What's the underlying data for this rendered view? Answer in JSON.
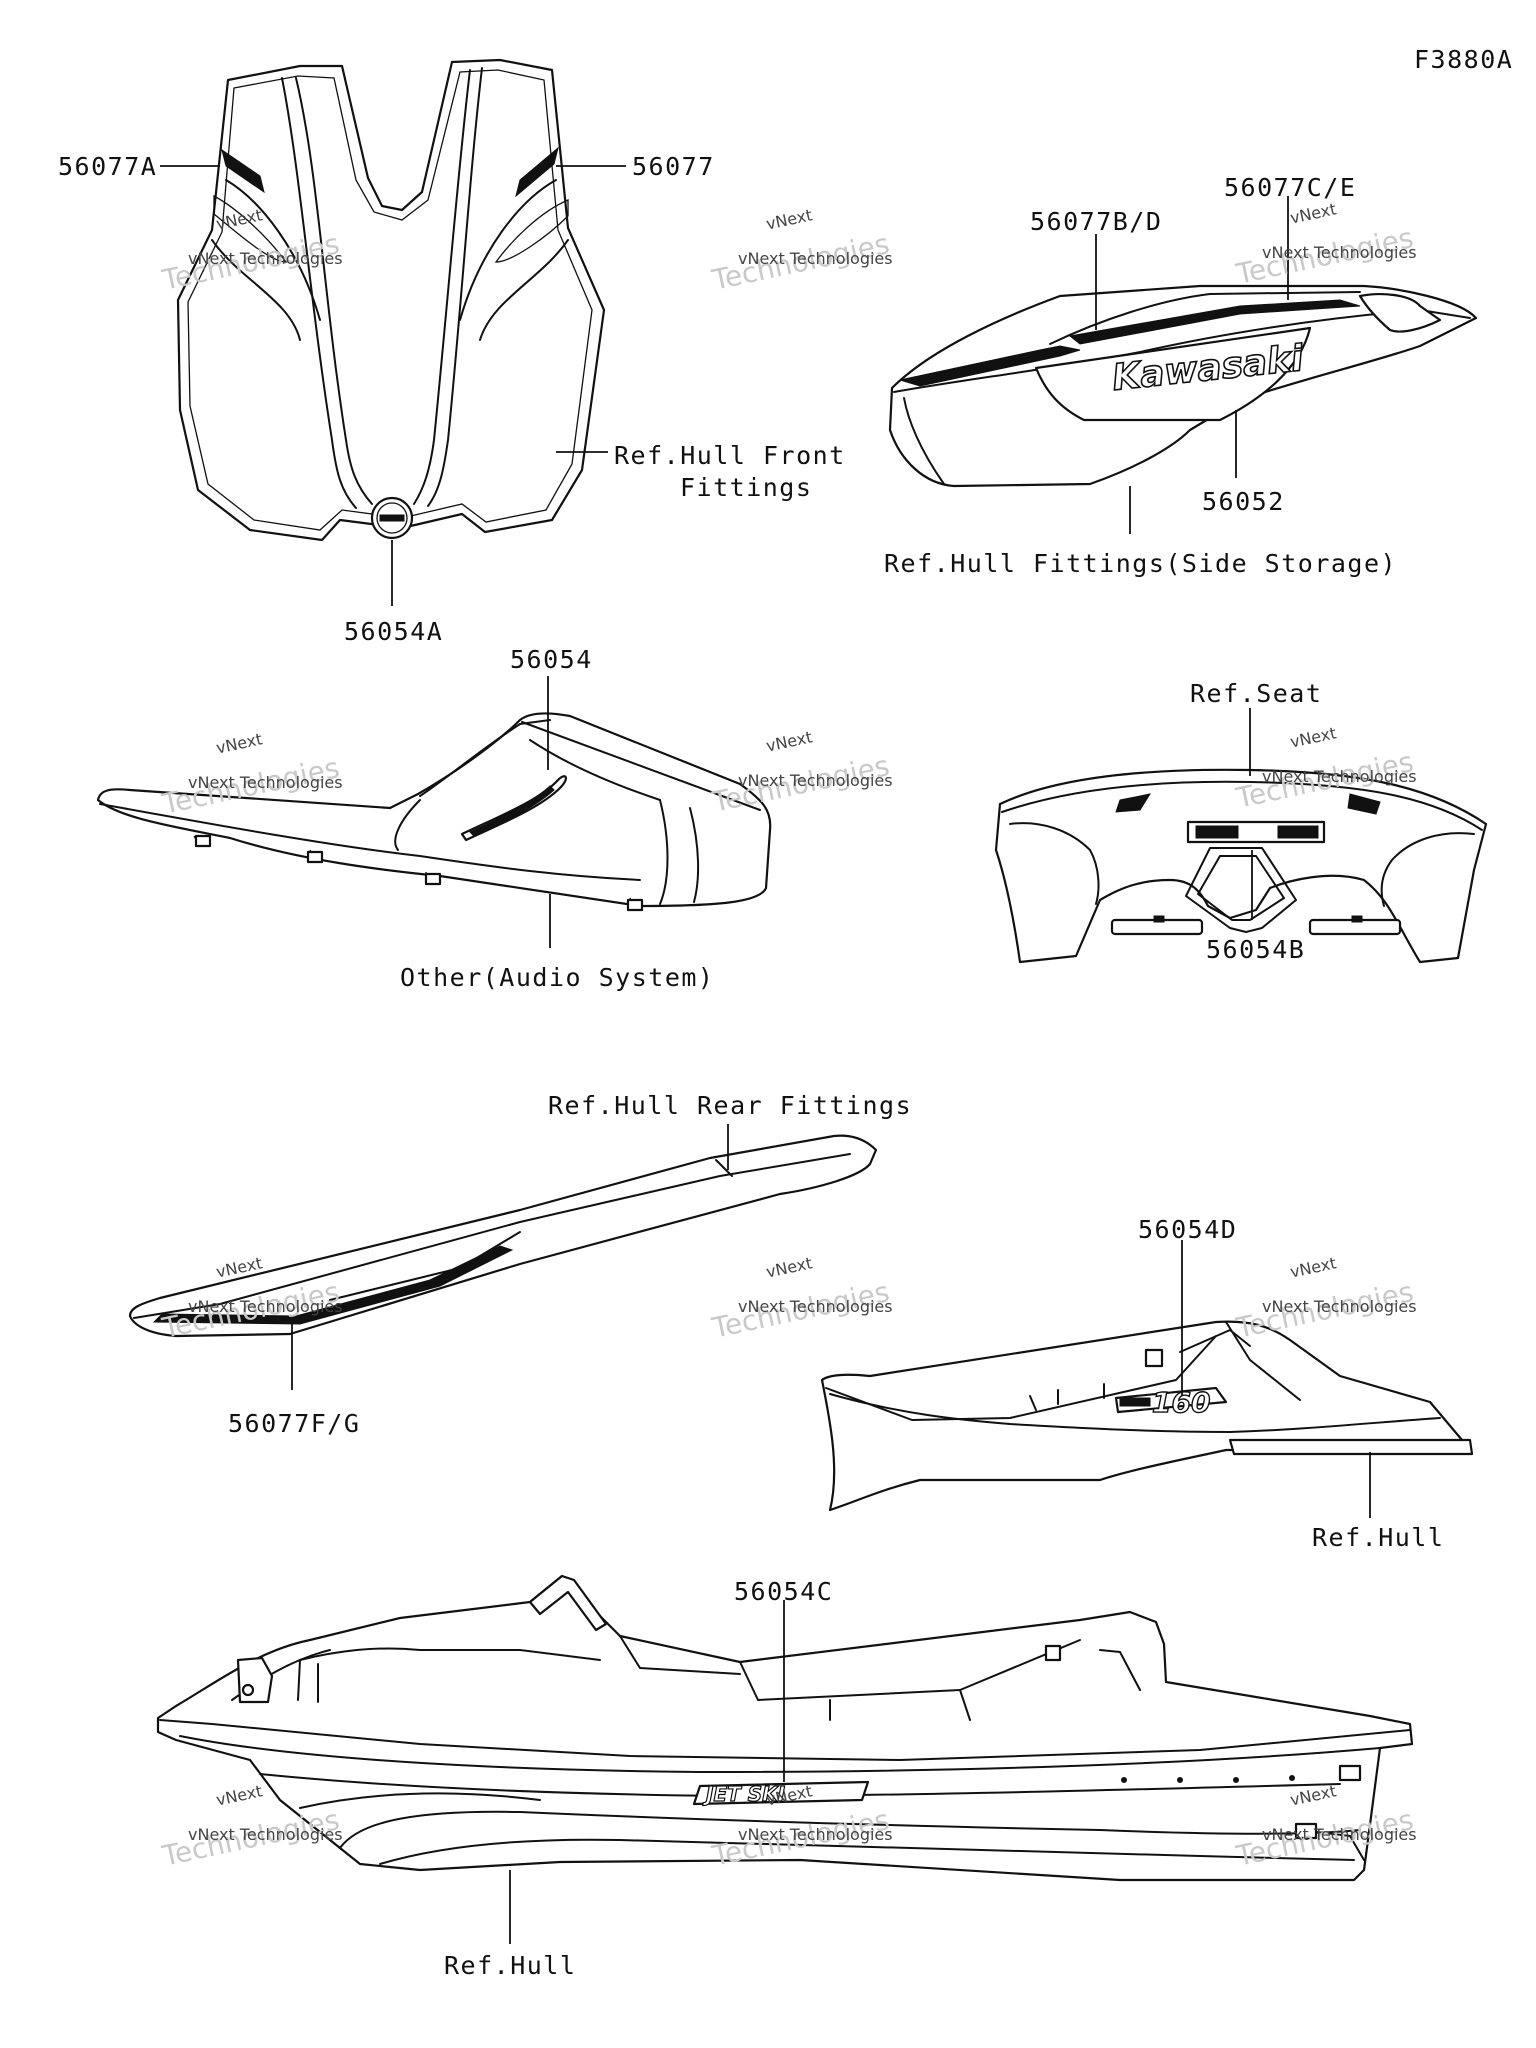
{
  "diagram_code": "F3880A",
  "callouts": {
    "c56077A": "56077A",
    "c56077": "56077",
    "c56077BD": "56077B/D",
    "c56077CE": "56077C/E",
    "ref_front_1": "Ref.Hull Front",
    "ref_front_2": "Fittings",
    "c56052": "56052",
    "c56054A": "56054A",
    "ref_side_storage": "Ref.Hull Fittings(Side Storage)",
    "c56054": "56054",
    "ref_seat": "Ref.Seat",
    "other_audio": "Other(Audio System)",
    "c56054B": "56054B",
    "ref_rear": "Ref.Hull Rear Fittings",
    "c56054D": "56054D",
    "c56077FG": "56077F/G",
    "ref_hull_1": "Ref.Hull",
    "c56054C": "56054C",
    "ref_hull_2": "Ref.Hull"
  },
  "decals": {
    "kawasaki": "Kawasaki",
    "jetski": "JET SKI",
    "badge_160": "160"
  },
  "watermark": {
    "line1": "vNext",
    "line2": "vNext Technologies",
    "line3": "Technologies"
  }
}
